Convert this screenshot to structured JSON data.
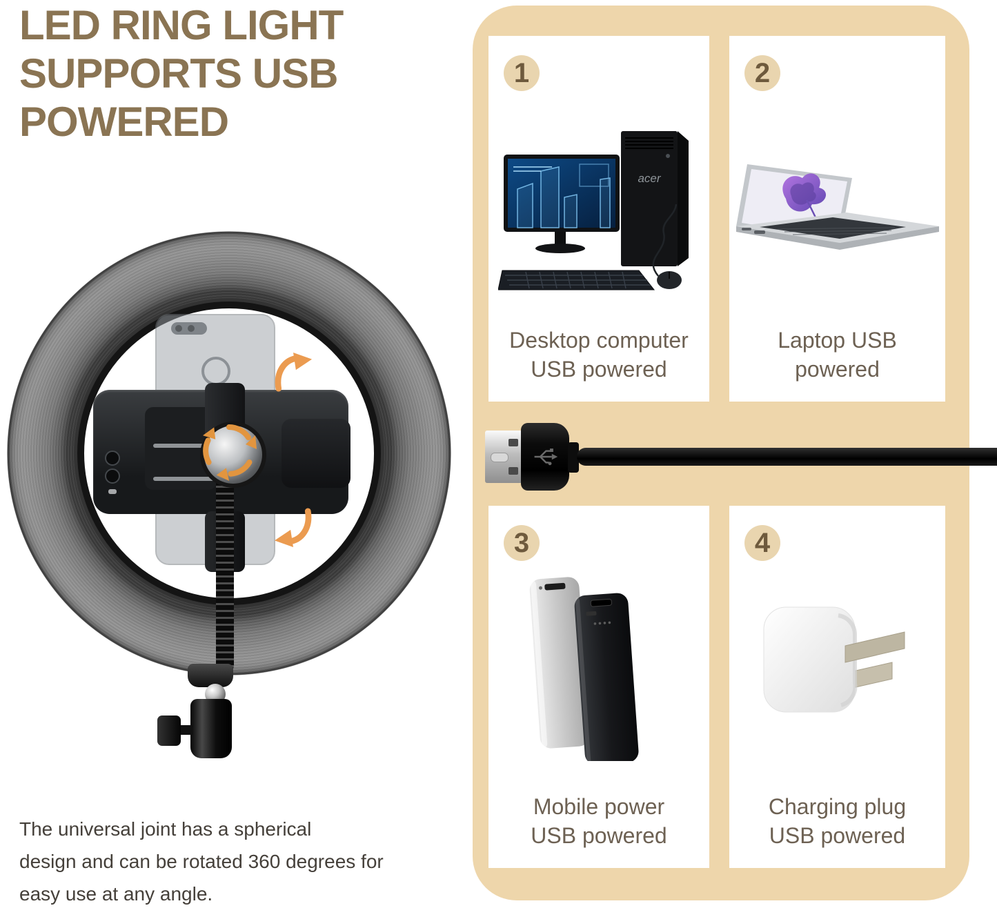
{
  "title": "LED RING LIGHT\nSUPPORTS USB\nPOWERED",
  "description": "The universal joint has a spherical\ndesign and can be rotated 360 degrees for\neasy use at any angle.",
  "ring_light": {
    "image": "led-ring-light-with-phone-clamp-photo",
    "rotation_hint": "rotation-arrows"
  },
  "usb_cable": {
    "image": "usb-cable-photo"
  },
  "panel": {
    "cards": [
      {
        "number": "1",
        "caption": "Desktop computer\nUSB powered",
        "image": "desktop-computer-photo"
      },
      {
        "number": "2",
        "caption": "Laptop USB\npowered",
        "image": "laptop-photo"
      },
      {
        "number": "3",
        "caption": "Mobile power\nUSB powered",
        "image": "power-banks-photo"
      },
      {
        "number": "4",
        "caption": "Charging plug\nUSB powered",
        "image": "usb-charging-plug-photo"
      }
    ]
  },
  "colors": {
    "panel_tan": "#eed6ab",
    "circle_tan": "#e9d5af",
    "number_brown": "#6e5a3d",
    "title_brown": "#8a7453",
    "caption_gray": "#6d6153",
    "body_text": "#45403a",
    "arrow_orange": "#eb9b50"
  }
}
